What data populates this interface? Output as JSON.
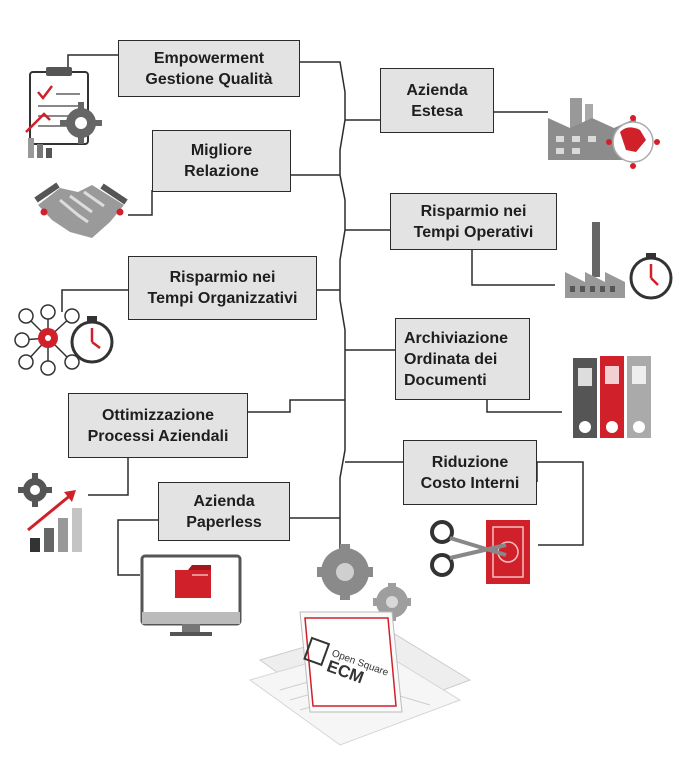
{
  "boxes": {
    "empowerment": [
      "Empowerment",
      "Gestione Qualità"
    ],
    "azienda_estesa": [
      "Azienda",
      "Estesa"
    ],
    "migliore_relazione": [
      "Migliore",
      "Relazione"
    ],
    "risparmio_operativi": [
      "Risparmio nei",
      "Tempi Operativi"
    ],
    "risparmio_organizzativi": [
      "Risparmio nei",
      "Tempi Organizzativi"
    ],
    "archiviazione": [
      "Archiviazione",
      "Ordinata dei",
      "Documenti"
    ],
    "ottimizzazione": [
      "Ottimizzazione",
      "Processi Aziendali"
    ],
    "riduzione": [
      "Riduzione",
      "Costo Interni"
    ],
    "paperless": [
      "Azienda",
      "Paperless"
    ]
  },
  "product": {
    "brand_line": "Open Square",
    "product_name": "ECM"
  },
  "colors": {
    "accent": "#d0202a",
    "dark_gray": "#555555",
    "mid_gray": "#8a8a8a",
    "light_gray": "#c9c9c9",
    "box_fill": "#e3e3e3"
  },
  "icons": [
    "quality-checklist-gear-icon",
    "handshake-icon",
    "network-stopwatch-icon",
    "gear-growth-chart-icon",
    "monitor-folder-icon",
    "factory-globe-icon",
    "factory-stopwatch-icon",
    "binders-icon",
    "scissors-banknote-icon",
    "ecm-gears-documents-icon"
  ]
}
